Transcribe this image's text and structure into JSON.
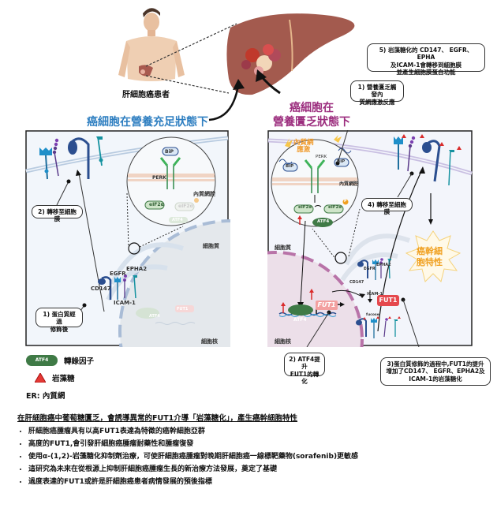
{
  "header": {
    "patient_label": "肝細胞癌患者",
    "left_title": "癌細胞在營養充足狀態下",
    "right_title_line1": "癌細胞在",
    "right_title_line2": "營養匱乏狀態下"
  },
  "left_panel": {
    "callout_2": "2) 轉移至細胞膜",
    "callout_1_line1": "1) 蛋白質經過",
    "callout_1_line2": "修飾後",
    "cytoplasm": "細胞質",
    "nucleus": "細胞核",
    "er_label": "內質網腔",
    "bip": "BiP",
    "perk": "PERK",
    "eif2a": "eIF2α",
    "eif2a_faded": "eIF2α",
    "atf4_faded": "ATF4",
    "fut1_faded": "FUT1",
    "atf4_nuc_faded": "ATF4",
    "proteins": {
      "egfr": "EGFR",
      "epha2": "EPHA2",
      "cd147": "CD147",
      "icam1": "ICAM-1"
    }
  },
  "right_panel": {
    "callout_5_line1": "5) 岩藻糖化的 CD147、 EGFR、 EPHA",
    "callout_5_line2": "及ICAM-1會轉移到細胞膜",
    "callout_5_line3": "並產生細胞膜蛋白功能",
    "callout_1_line1": "1) 營養匱乏觸發內",
    "callout_1_line2": "質網應激反應",
    "er_stress_line1": "內質網",
    "er_stress_line2": "應激",
    "bip_left": "BiP",
    "bip_right": "BiP",
    "perk": "PERK",
    "er_label": "內質網腔",
    "eif2a": "eIF2α",
    "eif2a_p": "eIF2α",
    "phospho": "P",
    "atf4": "ATF4",
    "callout_4": "4) 轉移至細胞膜",
    "stemness_line1": "癌幹細",
    "stemness_line2": "胞特性",
    "cytoplasm": "細胞質",
    "nucleus": "細胞核",
    "atf4_nuc": "ATF4",
    "fut1_gene": "FUT1",
    "fut1_protein": "FUT1",
    "fucose": "fucose",
    "proteins": {
      "egfr": "EGFR",
      "epha2": "EPHA2",
      "cd147": "CD147",
      "icam1": "ICAM-1"
    },
    "callout_2_line1": "2) ATF4提升",
    "callout_2_line2": "FUT1的轉化",
    "callout_3_line1": "3)蛋白質修飾的過程中,FUT1的提升",
    "callout_3_line2": "增加了CD147、 EGFR、EPHA2及",
    "callout_3_line3": "ICAM-1的岩藻糖化"
  },
  "legend": {
    "atf4_badge": "ATF4",
    "atf4_desc": "轉錄因子",
    "fucose_desc": "岩藻糖",
    "er_desc": "ER: 內質網"
  },
  "summary": {
    "heading": "在肝細胞癌中葡萄糖匱乏，會誘導異常的FUT1介導「岩藻糖化」，產生癌幹細胞特性",
    "bullets": [
      "肝細胞癌腫瘤具有以高FUT1表達為特徵的癌幹細胞亞群",
      "高度的FUT1,會引發肝細胞癌腫瘤耐藥性和腫瘤復發",
      "使用α-(1,2)-岩藻糖化抑制劑治療，可使肝細胞癌腫瘤對晚期肝細胞癌一線標靶藥物(sorafenib)更敏感",
      "這研究為未來在從根源上抑制肝細胞癌腫瘤生長的新治療方法發展，奠定了基礎",
      "過度表達的FUT1或許是肝細胞癌患者病情發展的預後指標"
    ]
  },
  "colors": {
    "blue_title": "#2f7fc1",
    "purple_title": "#9b2c7d",
    "atf4_green": "#3f7a46",
    "fut1_red": "#e5484d",
    "fucose_red": "#d92b2b",
    "stemness_orange": "#f0a020"
  }
}
